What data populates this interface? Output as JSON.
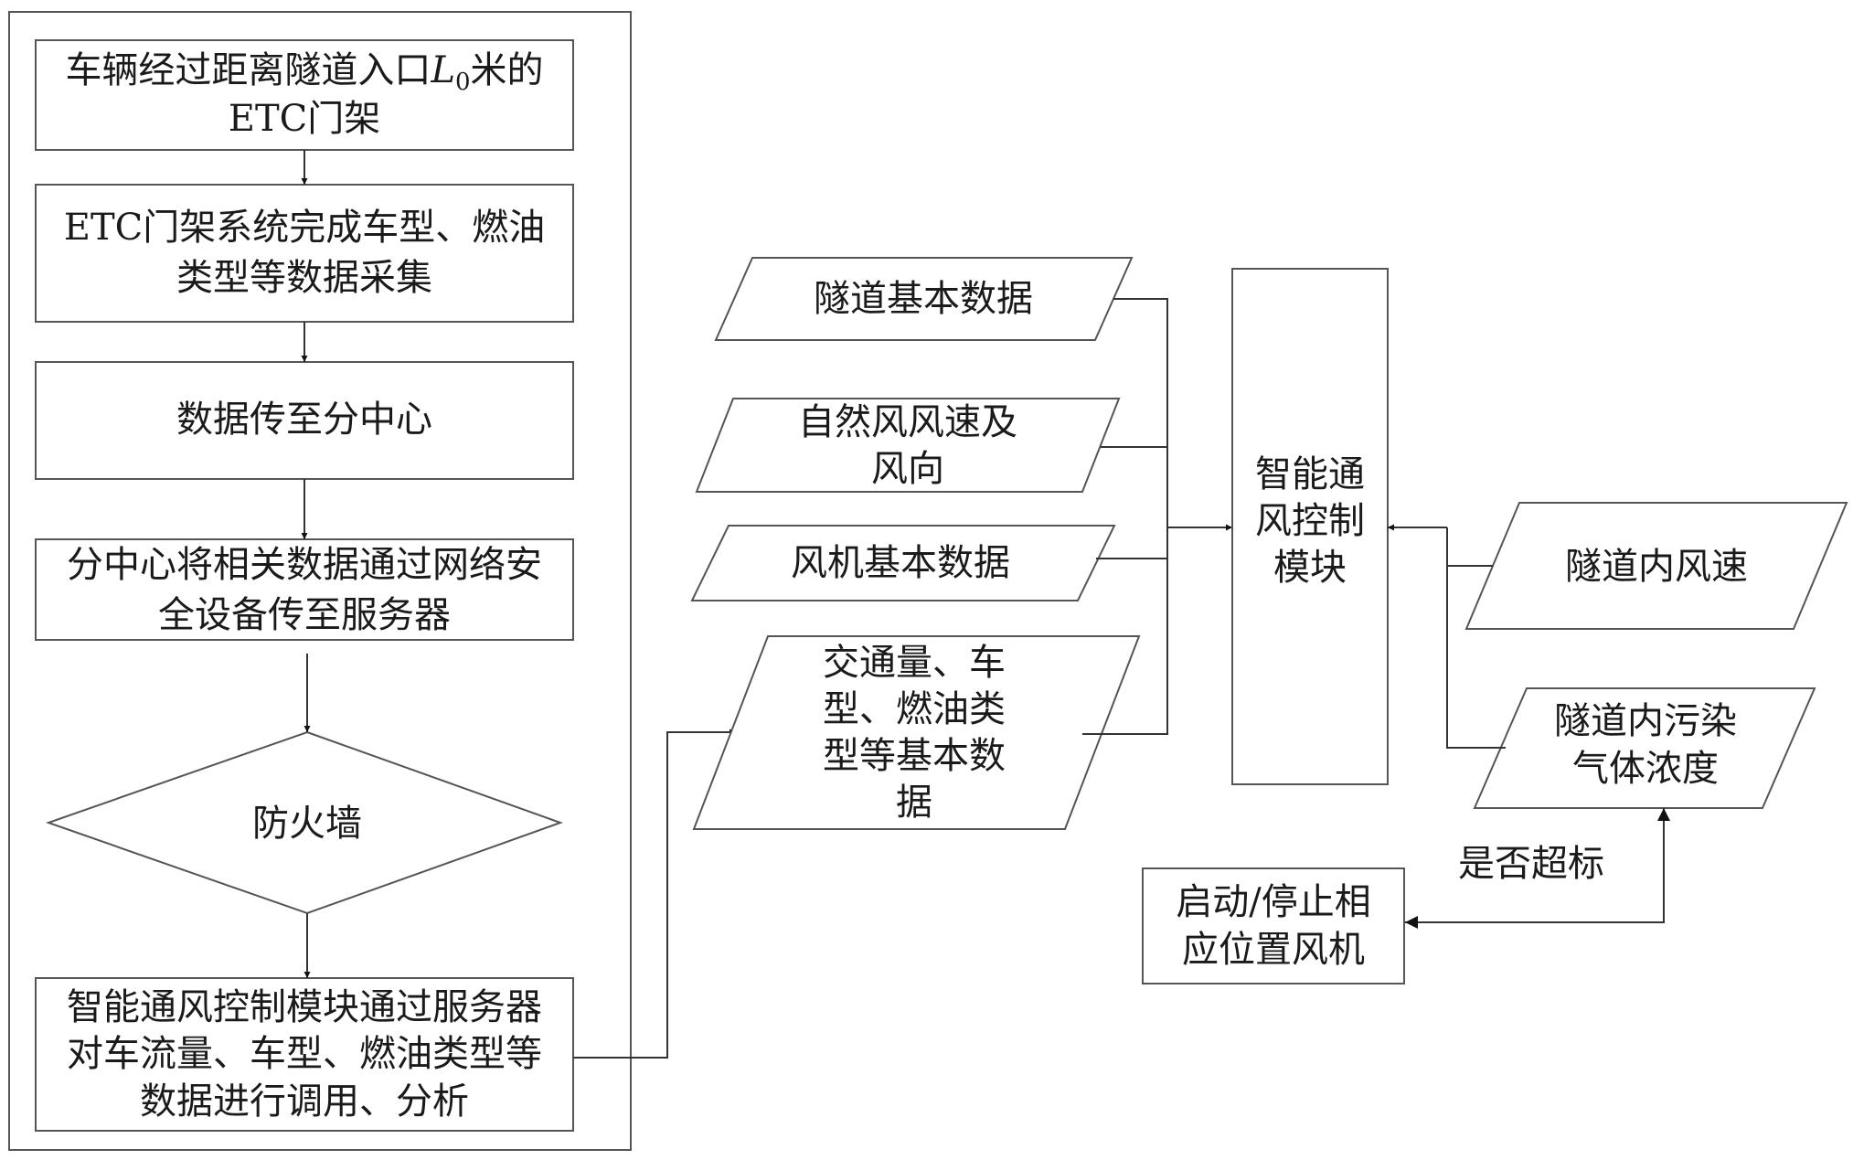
{
  "flow": {
    "step1": [
      "车辆经过距离隧道入口L₀米的",
      "ETC门架"
    ],
    "step2": [
      "ETC门架系统完成车型、燃油",
      "类型等数据采集"
    ],
    "step3": [
      "数据传至分中心"
    ],
    "step4": [
      "分中心将相关数据通过网络安",
      "全设备传至服务器"
    ],
    "firewall": [
      "防火墙"
    ],
    "step5": [
      "智能通风控制模块通过服务器",
      "对车流量、车型、燃油类型等",
      "数据进行调用、分析"
    ]
  },
  "inputs": {
    "tunnel_basic": [
      "隧道基本数据"
    ],
    "natural_wind": [
      "自然风风速及",
      "风向"
    ],
    "fan_basic": [
      "风机基本数据"
    ],
    "traffic": [
      "交通量、车",
      "型、燃油类",
      "型等基本数",
      "据"
    ]
  },
  "module": [
    "智能通",
    "风控制",
    "模块"
  ],
  "sensors": {
    "tunnel_wind": [
      "隧道内风速"
    ],
    "pollutant": [
      "隧道内污染",
      "气体浓度"
    ]
  },
  "decision_label": "是否超标",
  "fan_action": [
    "启动/停止相",
    "应位置风机"
  ]
}
